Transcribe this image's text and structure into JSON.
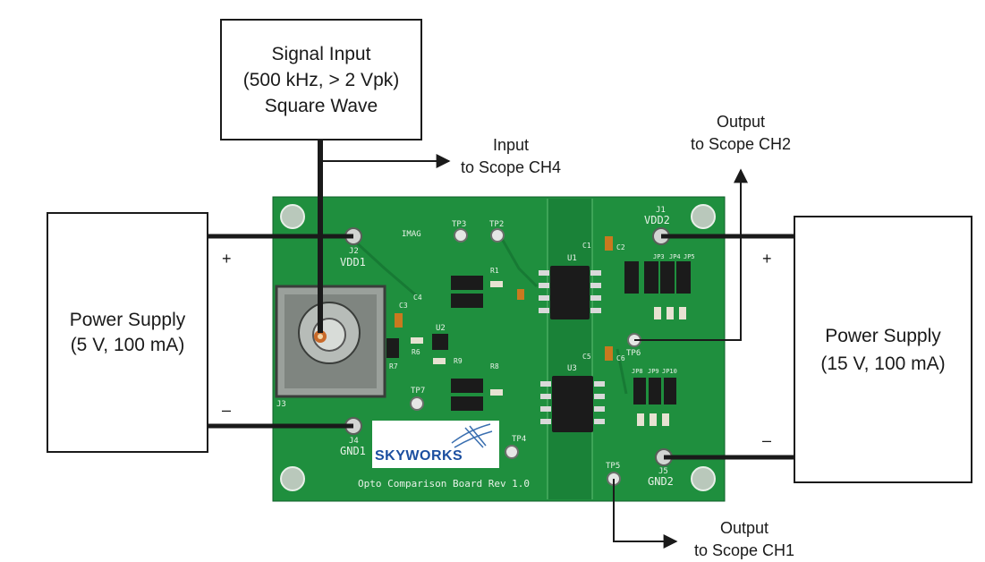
{
  "signal_box": {
    "line1": "Signal Input",
    "line2": "(500  kHz, > 2 Vpk)",
    "line3": "Square Wave"
  },
  "power_left": {
    "line1": "Power Supply",
    "line2": "(5 V, 100 mA)"
  },
  "power_right": {
    "line1": "Power Supply",
    "line2": "(15 V, 100 mA)"
  },
  "labels": {
    "input_scope": [
      "Input",
      "to Scope CH4"
    ],
    "output_ch2": [
      "Output",
      "to Scope CH2"
    ],
    "output_ch1": [
      "Output",
      "to Scope CH1"
    ]
  },
  "signs": {
    "left_plus": "+",
    "left_minus": "–",
    "right_plus": "+",
    "right_minus": "–"
  },
  "board": {
    "title": "Opto Comparison Board Rev 1.0",
    "logo": "SKYWORKS",
    "silkscreen": {
      "vdd1": "VDD1",
      "j2": "J2",
      "gnd1": "GND1",
      "j4": "J4",
      "vdd2": "VDD2",
      "j1": "J1",
      "gnd2": "GND2",
      "j5": "J5",
      "j3": "J3",
      "tp3": "TP3",
      "tp2": "TP2",
      "tp7": "TP7",
      "tp4": "TP4",
      "tp5": "TP5",
      "tp6": "TP6",
      "u1": "U1",
      "u2": "U2",
      "u3": "U3",
      "imag": "IMAG",
      "c1": "C1",
      "c2": "C2",
      "c3": "C3",
      "c4": "C4",
      "c5": "C5",
      "c6": "C6",
      "r1": "R1",
      "r6": "R6",
      "r7": "R7",
      "r8": "R8",
      "r9": "R9",
      "jp3": "JP3",
      "jp4": "JP4",
      "jp5": "JP5",
      "jp8": "JP8",
      "jp9": "JP9",
      "jp10": "JP10"
    }
  },
  "colors": {
    "pcb": "#1f8f3e",
    "pcb_dark": "#157030",
    "wire": "#1a1a1a",
    "pad": "#c9cdc9"
  }
}
